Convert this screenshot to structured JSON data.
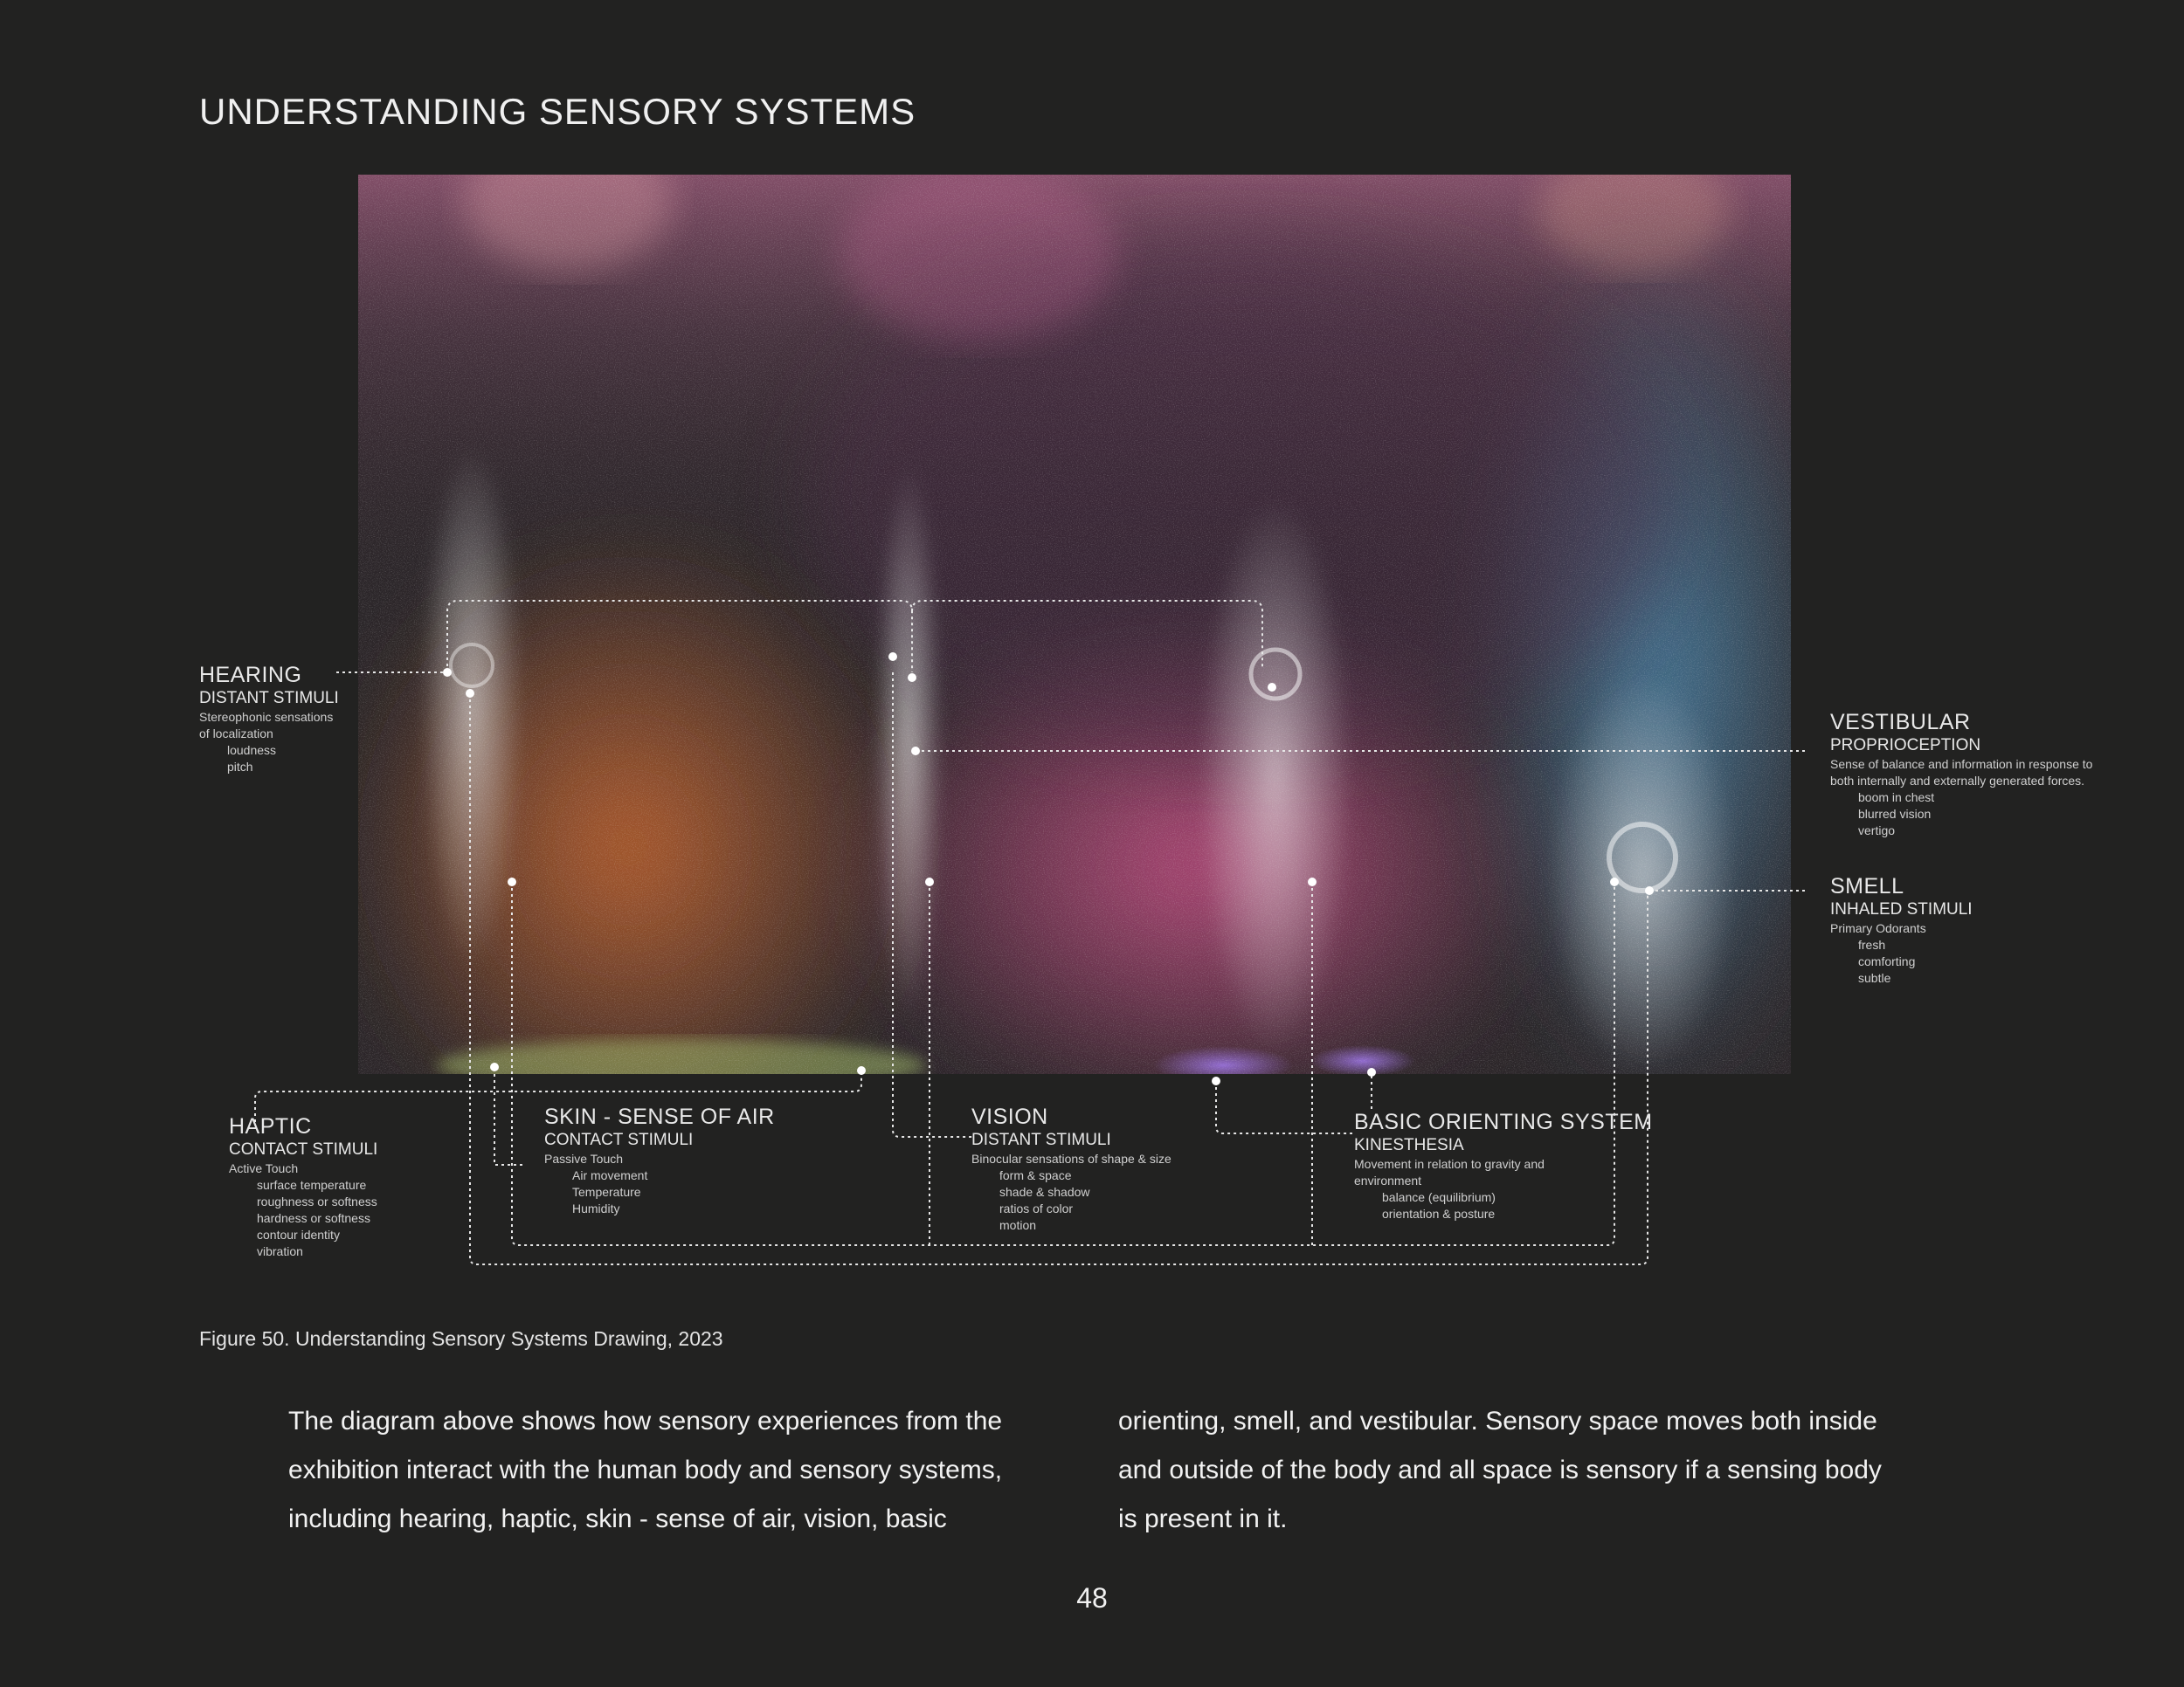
{
  "page": {
    "title": "UNDERSTANDING SENSORY SYSTEMS",
    "caption": "Figure 50. Understanding Sensory Systems Drawing, 2023",
    "paragraph_left": "The diagram above shows how sensory experiences from the exhibition interact with the human body and sensory systems, including hearing, haptic, skin - sense of air, vision, basic",
    "paragraph_right": "orienting, smell, and vestibular. Sensory space moves both inside and outside of the body and all space is sensory if a sensing body is present in it.",
    "page_number": "48"
  },
  "diagram": {
    "hearing": {
      "heading": "HEARING",
      "sub": "DISTANT STIMULI",
      "desc": [
        "Stereophonic sensations",
        "of localization"
      ],
      "items": [
        "loudness",
        "pitch"
      ]
    },
    "haptic": {
      "heading": "HAPTIC",
      "sub": "CONTACT STIMULI",
      "desc": [
        "Active Touch"
      ],
      "items": [
        "surface temperature",
        "roughness or softness",
        "hardness or softness",
        "contour identity",
        "vibration"
      ]
    },
    "skin": {
      "heading": "SKIN - SENSE OF AIR",
      "sub": "CONTACT STIMULI",
      "desc": [
        "Passive Touch"
      ],
      "items": [
        "Air movement",
        "Temperature",
        "Humidity"
      ]
    },
    "vision": {
      "heading": "VISION",
      "sub": "DISTANT STIMULI",
      "desc": [
        "Binocular sensations of shape & size"
      ],
      "items": [
        "form & space",
        "shade & shadow",
        "ratios of color",
        "motion"
      ]
    },
    "orienting": {
      "heading": "BASIC ORIENTING SYSTEM",
      "sub": "KINESTHESIA",
      "desc": [
        "Movement in relation to gravity and",
        "environment"
      ],
      "items": [
        "balance (equilibrium)",
        "orientation & posture"
      ]
    },
    "vestibular": {
      "heading": "VESTIBULAR",
      "sub": "PROPRIOCEPTION",
      "desc": [
        "Sense of balance and information in response to",
        "both internally and externally generated forces."
      ],
      "items": [
        "boom in chest",
        "blurred vision",
        "vertigo"
      ]
    },
    "smell": {
      "heading": "SMELL",
      "sub": "INHALED STIMULI",
      "desc": [
        "Primary Odorants"
      ],
      "items": [
        "fresh",
        "comforting",
        "subtle"
      ]
    }
  },
  "colors": {
    "background": "#222221",
    "line": "#e6e6e6",
    "pink": "#e06aa8",
    "orange": "#c8662f",
    "blue": "#4e8fb8",
    "violet": "#9a72e0"
  }
}
